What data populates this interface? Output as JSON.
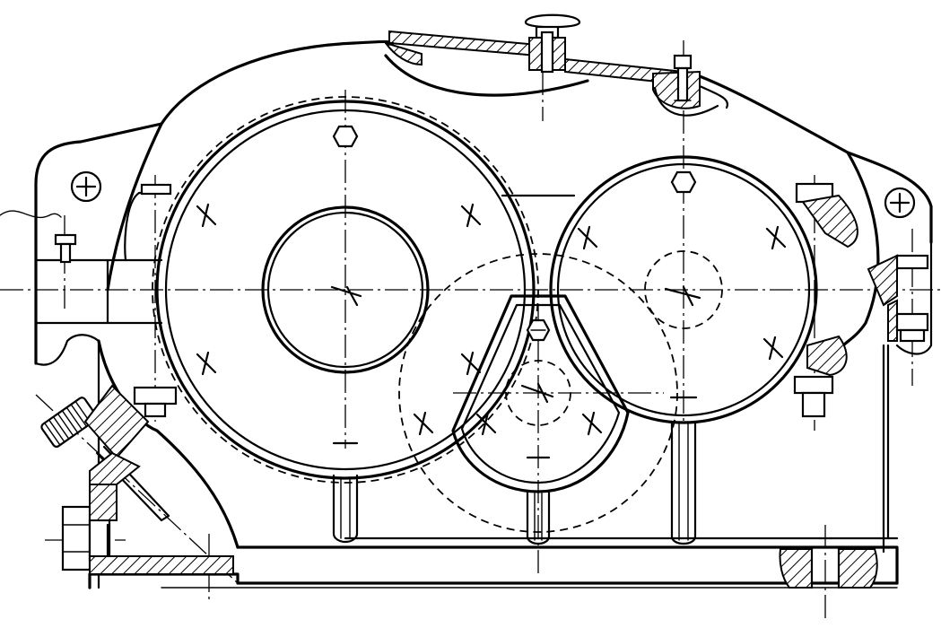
{
  "drawing": {
    "type": "mechanical section drawing",
    "line_color": "#000000",
    "background": "#ffffff",
    "parts": [
      "housing-outline",
      "inspection-cover",
      "vent-plug",
      "large-gear-bore",
      "right-gear-bore",
      "center-gear",
      "oil-dipstick",
      "drain-plug",
      "lifting-lugs",
      "foundation-base",
      "flange-bolts"
    ]
  }
}
